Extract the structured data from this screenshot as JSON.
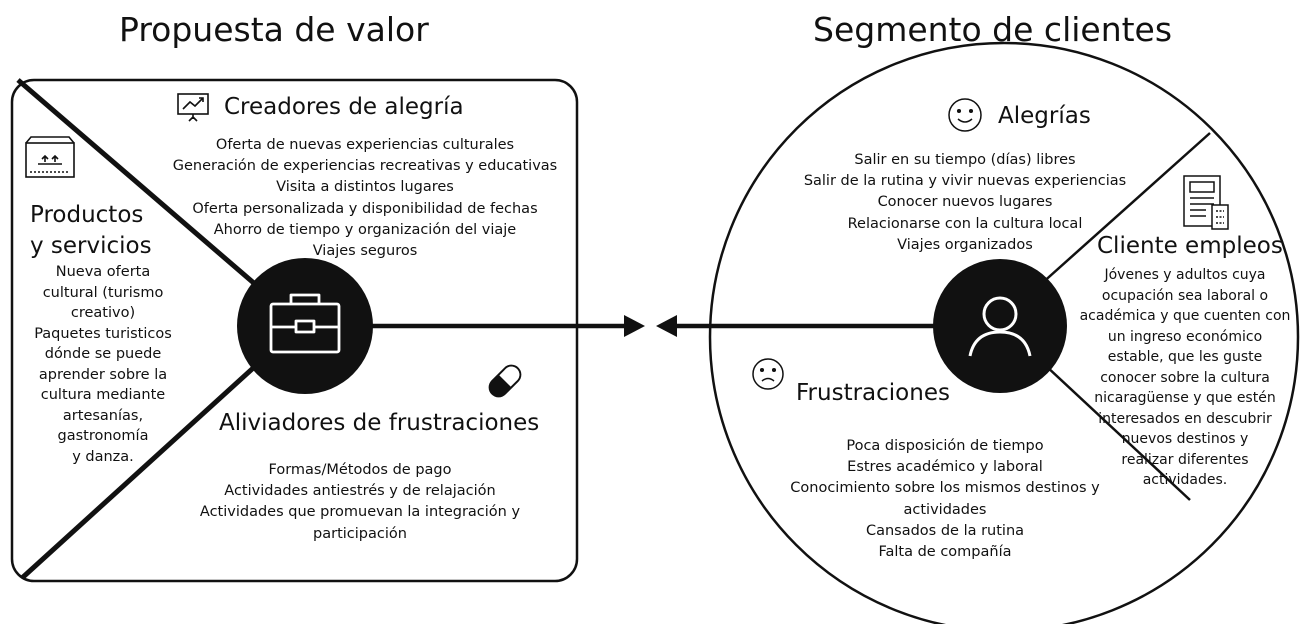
{
  "titles": {
    "value_proposition": "Propuesta de valor",
    "customer_segment": "Segmento de clientes"
  },
  "value_map": {
    "gain_creators": {
      "heading": "Creadores de alegría",
      "icon": "presentation-chart-icon",
      "items": [
        "Oferta de nuevas experiencias culturales",
        "Generación de experiencias recreativas y educativas",
        "Visita a distintos lugares",
        "Oferta personalizada y disponibilidad de fechas",
        "Ahorro de tiempo y organización del viaje",
        "Viajes seguros"
      ]
    },
    "products_services": {
      "heading_line1": "Productos",
      "heading_line2": "y servicios",
      "icon": "package-box-icon",
      "items": [
        "Nueva oferta",
        "cultural (turismo",
        "creativo)",
        "Paquetes turisticos",
        "dónde se puede",
        "aprender sobre la",
        "cultura mediante",
        "artesanías,",
        "gastronomía",
        "y danza."
      ]
    },
    "pain_relievers": {
      "heading": "Aliviadores de frustraciones",
      "icon": "pill-icon",
      "items": [
        "Formas/Métodos de pago",
        "Actividades antiestrés y de relajación",
        "Actividades que promuevan la integración y",
        "participación"
      ]
    },
    "center_icon": "briefcase-icon"
  },
  "customer_profile": {
    "gains": {
      "heading": "Alegrías",
      "icon": "smiley-face-icon",
      "items": [
        "Salir en su tiempo (días) libres",
        "Salir de la rutina y vivir nuevas experiencias",
        "Conocer nuevos lugares",
        "Relacionarse con la cultura local",
        "Viajes organizados"
      ]
    },
    "customer_jobs": {
      "heading": "Cliente empleos",
      "icon": "document-list-icon",
      "items": [
        "Jóvenes  y adultos  cuya",
        "ocupación sea laboral o",
        "académica y que cuenten con",
        "un ingreso económico",
        "estable, que les guste",
        "conocer sobre la cultura",
        "nicaragüense y que estén",
        "interesados en descubrir",
        "nuevos destinos y",
        "realizar diferentes",
        "actividades."
      ]
    },
    "pains": {
      "heading": "Frustraciones",
      "icon": "sad-face-icon",
      "items": [
        "Poca disposición de tiempo",
        "Estres académico y laboral",
        "Conocimiento sobre los mismos destinos y",
        "actividades",
        "Cansados de la rutina",
        "Falta de compañía"
      ]
    },
    "center_icon": "user-icon"
  }
}
